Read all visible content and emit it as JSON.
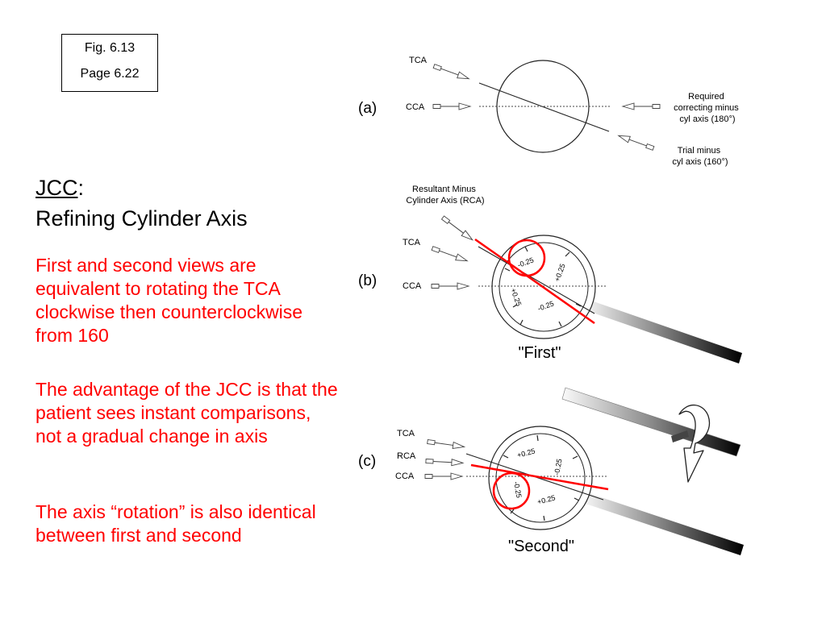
{
  "fig_box": {
    "line1": "Fig. 6.13",
    "line2": "Page 6.22"
  },
  "heading": {
    "term": "JCC",
    "colon": ":",
    "subtitle": "Refining Cylinder Axis"
  },
  "paragraphs": [
    "First and second views are equivalent to rotating the TCA clockwise then counterclockwise from 160",
    "The advantage of the JCC is that the patient sees instant comparisons, not a gradual change in axis",
    "The axis “rotation” is also identical between first and second"
  ],
  "colors": {
    "annotation_red": "#ff0000",
    "text": "#000000"
  },
  "diagram": {
    "a": {
      "panel_label": "(a)",
      "tca": "TCA",
      "cca": "CCA",
      "required": [
        "Required",
        "correcting minus",
        "cyl axis (180°)"
      ],
      "trial": [
        "Trial minus",
        "cyl axis (160°)"
      ]
    },
    "b": {
      "panel_label": "(b)",
      "rca_title": [
        "Resultant Minus",
        "Cylinder Axis (RCA)"
      ],
      "tca": "TCA",
      "cca": "CCA",
      "lens_marks": [
        "-0.25",
        "+0.25",
        "+0.25",
        "-0.25"
      ],
      "caption": "\"First\""
    },
    "c": {
      "panel_label": "(c)",
      "tca": "TCA",
      "rca": "RCA",
      "cca": "CCA",
      "lens_marks": [
        "+0.25",
        "-0.25",
        "-0.25",
        "+0.25"
      ],
      "caption": "\"Second\""
    }
  }
}
